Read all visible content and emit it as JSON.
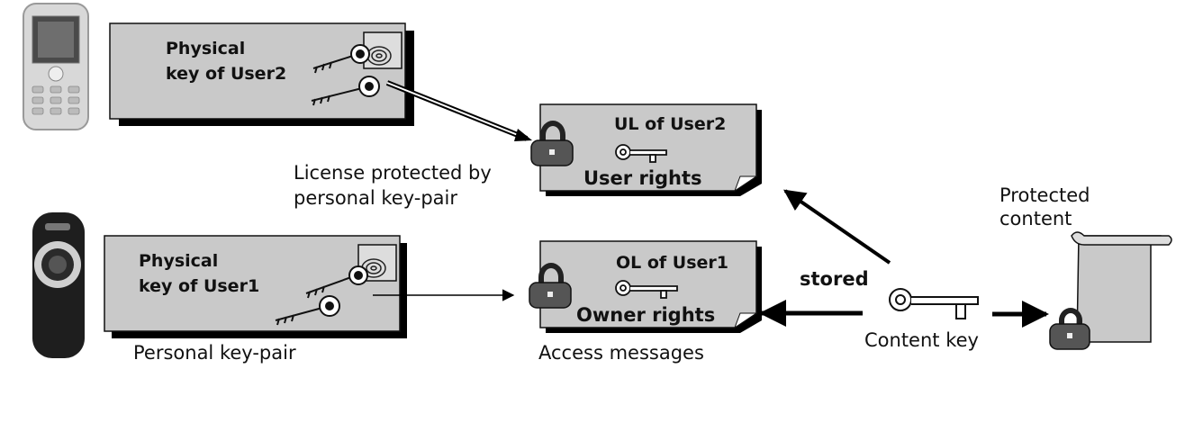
{
  "key_box_user2": {
    "title_line1": "Physical",
    "title_line2": "key of User2"
  },
  "key_box_user1": {
    "title_line1": "Physical",
    "title_line2": "key of User1"
  },
  "license_user2": {
    "title": "UL of User2",
    "rights": "User rights"
  },
  "license_user1": {
    "title": "OL of User1",
    "rights": "Owner rights"
  },
  "labels": {
    "license_protected_line1": "License protected by",
    "license_protected_line2": "personal key-pair",
    "personal_key_pair": "Personal key-pair",
    "access_messages": "Access messages",
    "stored": "stored",
    "content_key": "Content key",
    "protected_content_line1": "Protected",
    "protected_content_line2": "content"
  },
  "colors": {
    "box_fill": "#c9c9c9",
    "outline": "#111111",
    "lock": "#555555"
  },
  "icons": [
    "mobile-phone-icon",
    "camera-phone-icon",
    "key-icon",
    "fingerprint-icon",
    "padlock-icon",
    "scroll-document-icon"
  ]
}
